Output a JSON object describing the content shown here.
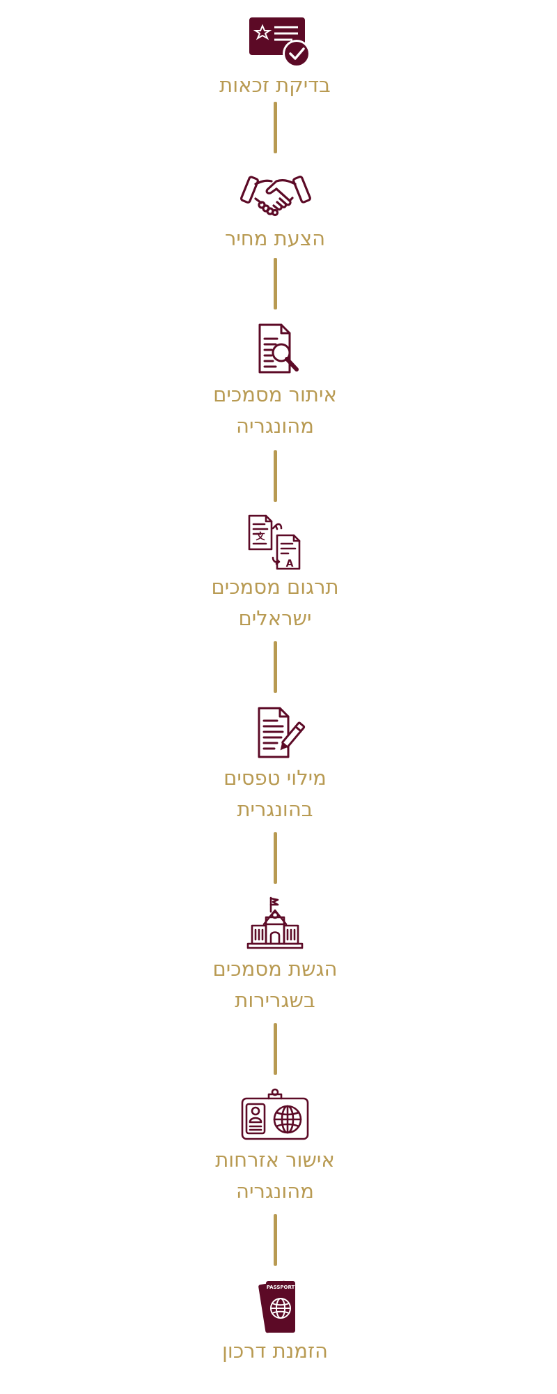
{
  "colors": {
    "accent": "#b89a52",
    "icon": "#5c0a26",
    "background": "#ffffff"
  },
  "steps": [
    {
      "icon": "id-card-check-icon",
      "label": "בדיקת זכאות"
    },
    {
      "icon": "handshake-icon",
      "label": "הצעת מחיר"
    },
    {
      "icon": "document-search-icon",
      "label": "איתור מסמכים מהונגריה"
    },
    {
      "icon": "document-translate-icon",
      "label": "תרגום מסמכים ישראלים"
    },
    {
      "icon": "document-edit-icon",
      "label": "מילוי טפסים בהונגרית"
    },
    {
      "icon": "embassy-building-icon",
      "label": "הגשת מסמכים בשגרירות"
    },
    {
      "icon": "citizenship-id-globe-icon",
      "label": "אישור אזרחות מהונגריה"
    },
    {
      "icon": "passport-icon",
      "label": "הזמנת דרכון",
      "badge": "PASSPORT"
    }
  ]
}
